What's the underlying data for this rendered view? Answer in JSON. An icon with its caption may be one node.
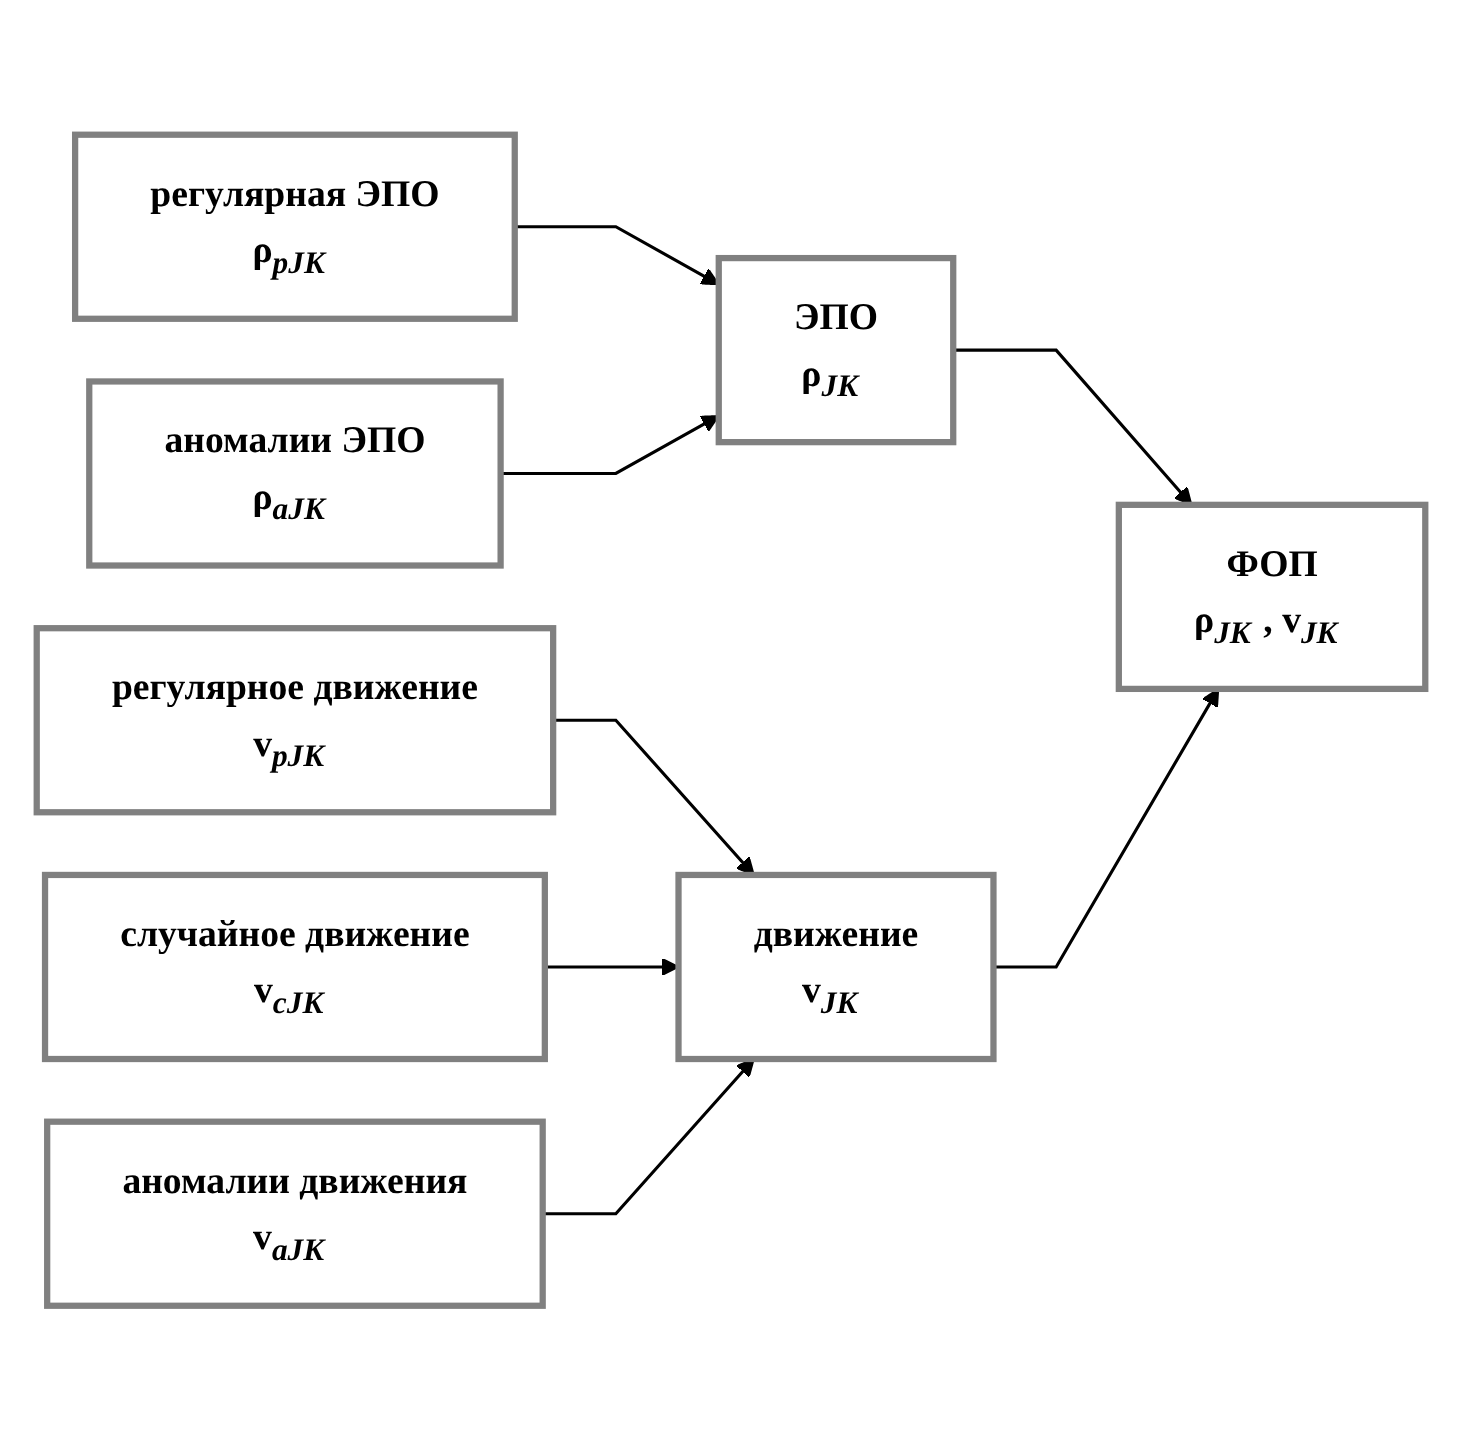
{
  "diagram": {
    "nodes": [
      {
        "text": [
          "регулярная ЭПО",
          "ρ$_{рJK}$"
        ]
      },
      {
        "text": [
          "аномалии ЭПО",
          "ρ$_{аJK}$"
        ]
      },
      {
        "text": [
          "регулярное движение",
          "v$_{рJK}$"
        ]
      },
      {
        "text": [
          "случайное движение",
          "v$_{сJK}$"
        ]
      },
      {
        "text": [
          "аномалии движения",
          "v$_{аJK}$"
        ]
      },
      {
        "text": [
          "ЭПО",
          "ρ$_{JK}$"
        ]
      },
      {
        "text": [
          "движение",
          "v$_{JK}$"
        ]
      },
      {
        "text": [
          "ФОП",
          "ρ$_{JK}$, v$_{JK}$"
        ]
      }
    ],
    "edges": [
      {
        "from": 0,
        "to": 5,
        "arrow": "to"
      },
      {
        "from": 1,
        "to": 5,
        "arrow": "to"
      },
      {
        "from": 2,
        "to": 6,
        "arrow": "to"
      },
      {
        "from": 3,
        "to": 6,
        "arrow": "to"
      },
      {
        "from": 4,
        "to": 6,
        "arrow": "to"
      },
      {
        "from": 5,
        "to": 7,
        "arrow": "to"
      },
      {
        "from": 6,
        "to": 7,
        "arrow": "to"
      }
    ]
  }
}
